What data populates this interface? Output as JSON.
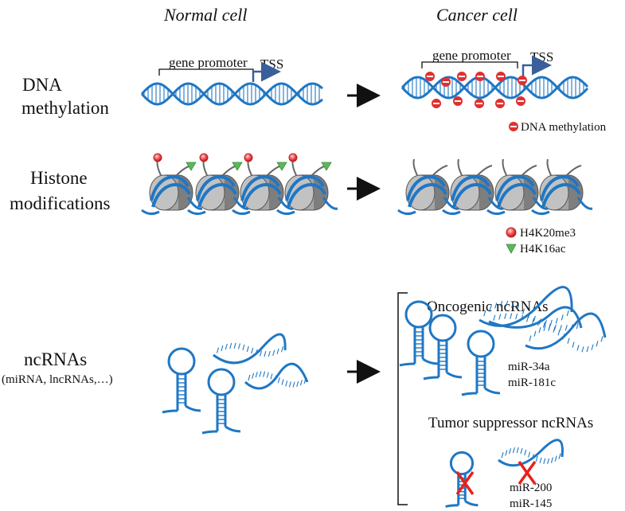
{
  "columns": {
    "normal": "Normal cell",
    "cancer": "Cancer cell"
  },
  "rows": {
    "dna": {
      "line1": "DNA",
      "line2": "methylation"
    },
    "histone": {
      "line1": "Histone",
      "line2": "modifications"
    },
    "ncrna": {
      "line1": "ncRNAs",
      "line2": "(miRNA, lncRNAs,…)"
    }
  },
  "dna": {
    "promoter": "gene promoter",
    "tss": "TSS",
    "methyl_legend": "DNA methylation"
  },
  "histone": {
    "legend_h4k20": "H4K20me3",
    "legend_h4k16": "H4K16ac"
  },
  "ncrna": {
    "oncogenic_title": "Oncogenic ncRNAs",
    "oncogenic_items": [
      "miR-34a",
      "miR-181c"
    ],
    "suppressor_title": "Tumor suppressor ncRNAs",
    "suppressor_items": [
      "miR-200",
      "miR-145"
    ]
  },
  "colors": {
    "dna": "#1f77c4",
    "methyl": "#e03030",
    "triangle": "#5cb85c",
    "nucleosome": "#9a9a9a",
    "tss_arrow": "#3a5f9a",
    "x_mark": "#e8201c"
  }
}
